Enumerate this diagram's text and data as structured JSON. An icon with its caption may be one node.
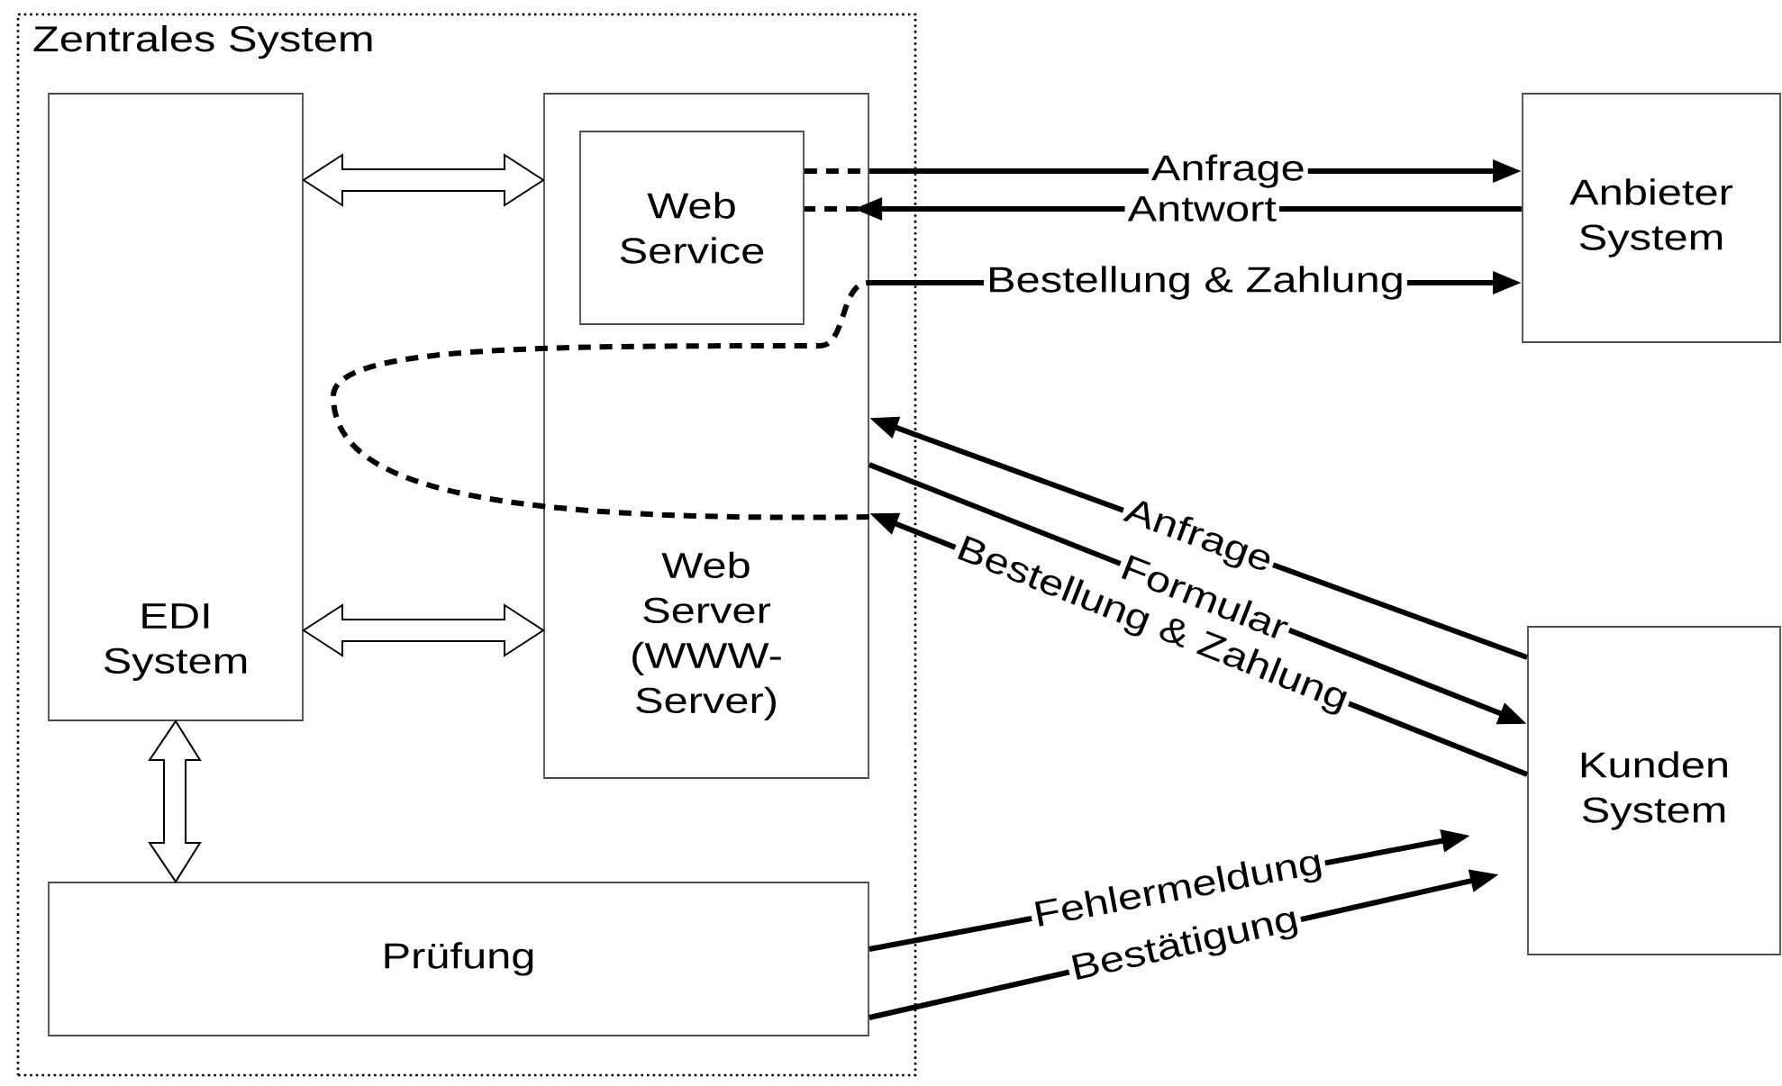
{
  "diagram": {
    "nodes": [
      {
        "text": [
          "Zentrales System"
        ]
      },
      {
        "text": [
          "EDI System"
        ],
        "in": 0
      },
      {
        "text": [
          "Web Server (WWW-Server)"
        ],
        "in": 0
      },
      {
        "text": [
          "Web Service"
        ],
        "in": 2
      },
      {
        "text": [
          "Prüfung"
        ],
        "in": 0
      },
      {
        "text": [
          "Anbieter System"
        ]
      },
      {
        "text": [
          "Kunden System"
        ]
      }
    ],
    "edges": [
      {
        "from": 1,
        "to": 2,
        "arrow": "both",
        "style": "thick"
      },
      {
        "from": 1,
        "to": 2,
        "arrow": "both",
        "style": "thick"
      },
      {
        "from": 1,
        "to": 4,
        "arrow": "both",
        "style": "thick"
      },
      {
        "from": 3,
        "to": 5,
        "label": "Anfrage",
        "arrow": "to",
        "style": "dashed"
      },
      {
        "from": 5,
        "to": 3,
        "label": "Antwort",
        "arrow": "to",
        "style": "dashed"
      },
      {
        "from": 2,
        "to": 5,
        "label": "Bestellung & Zahlung",
        "arrow": "to",
        "style": "dashed"
      },
      {
        "from": 6,
        "to": 2,
        "label": "Anfrage",
        "arrow": "to"
      },
      {
        "from": 2,
        "to": 6,
        "label": "Formular",
        "arrow": "to"
      },
      {
        "from": 6,
        "to": 2,
        "label": "Bestellung & Zahlung",
        "arrow": "to"
      },
      {
        "from": 4,
        "to": 6,
        "label": "Fehlermeldung",
        "arrow": "to"
      },
      {
        "from": 4,
        "to": 6,
        "label": "Bestätigung",
        "arrow": "to"
      }
    ]
  }
}
